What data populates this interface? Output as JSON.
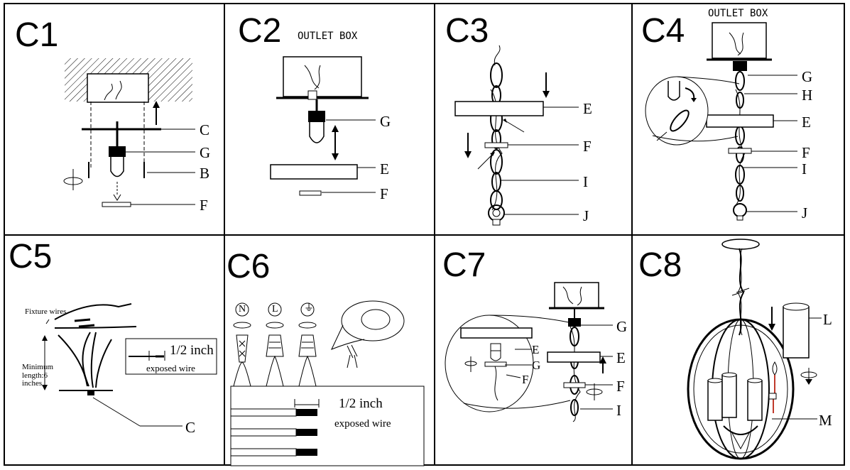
{
  "panels": [
    {
      "id": "C1",
      "callouts": [
        "C",
        "G",
        "B",
        "F"
      ]
    },
    {
      "id": "C2",
      "header": "OUTLET BOX",
      "callouts": [
        "G",
        "E",
        "F"
      ]
    },
    {
      "id": "C3",
      "callouts": [
        "E",
        "F",
        "I",
        "J"
      ]
    },
    {
      "id": "C4",
      "header": "OUTLET BOX",
      "callouts": [
        "G",
        "H",
        "E",
        "F",
        "I",
        "J"
      ]
    },
    {
      "id": "C5",
      "fixture_wires": "Fixture wires",
      "min_length": "Minimum length:6 inches",
      "half_inch": "1/2 inch",
      "exposed_wire": "exposed wire",
      "callouts": [
        "C"
      ]
    },
    {
      "id": "C6",
      "symbols": [
        "N",
        "L",
        "⏚"
      ],
      "half_inch": "1/2 inch",
      "exposed_wire": "exposed wire"
    },
    {
      "id": "C7",
      "callouts_detail": [
        "E",
        "G",
        "F"
      ],
      "callouts": [
        "G",
        "E",
        "F",
        "I"
      ]
    },
    {
      "id": "C8",
      "callouts": [
        "L",
        "M"
      ]
    }
  ]
}
